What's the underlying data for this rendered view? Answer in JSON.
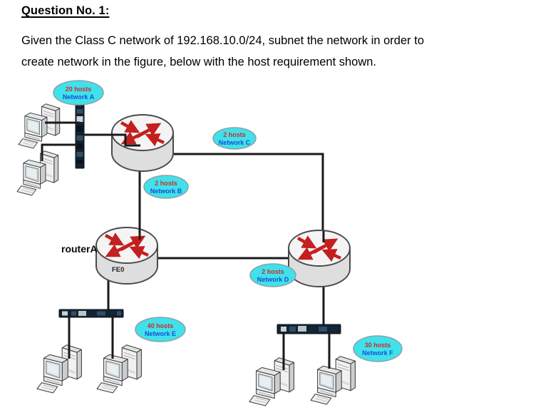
{
  "question": {
    "title": "Question No. 1:",
    "line1": "Given the Class C network of 192.168.10.0/24, subnet the network in order to",
    "line2": "create network in the figure, below with the host requirement shown."
  },
  "diagram": {
    "router_label": "routerA",
    "interface_label": "FE0",
    "labels": [
      {
        "hosts": "20 hosts",
        "name": "Network A"
      },
      {
        "hosts": "2 hosts",
        "name": "Network B"
      },
      {
        "hosts": "2 hosts",
        "name": "Network C"
      },
      {
        "hosts": "2 hosts",
        "name": "Network D"
      },
      {
        "hosts": "40 hosts",
        "name": "Network E"
      },
      {
        "hosts": "30 hosts",
        "name": "Network F"
      }
    ],
    "colors": {
      "bubble_fill": "#3FE2EB",
      "bubble_border": "#8FA0A6",
      "hosts_text": "#D42828",
      "network_text": "#1B4ED2",
      "router_arrows": "#C41F1F",
      "link_line": "#1A1A1A",
      "switch_body": "#15222E"
    }
  }
}
